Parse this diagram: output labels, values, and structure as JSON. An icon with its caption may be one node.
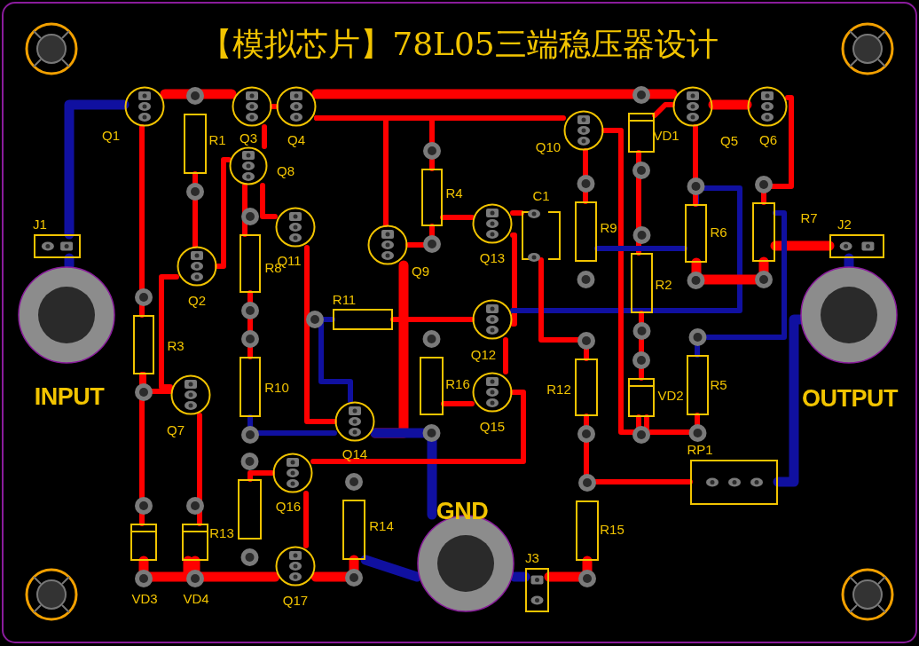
{
  "diagram": {
    "title": "【模拟芯片】78L05三端稳压器设计",
    "nodes": [
      {
        "text": [
          "J1"
        ]
      },
      {
        "text": [
          "Q1"
        ]
      },
      {
        "text": [
          "R1"
        ]
      },
      {
        "text": [
          "Q3"
        ]
      },
      {
        "text": [
          "Q4"
        ]
      },
      {
        "text": [
          "Q8"
        ]
      },
      {
        "text": [
          "Q2"
        ]
      },
      {
        "text": [
          "R8"
        ]
      },
      {
        "text": [
          "Q11"
        ]
      },
      {
        "text": [
          "R3"
        ]
      },
      {
        "text": [
          "Q9"
        ]
      },
      {
        "text": [
          "R4"
        ]
      },
      {
        "text": [
          "R11"
        ]
      },
      {
        "text": [
          "Q7"
        ]
      },
      {
        "text": [
          "R10"
        ]
      },
      {
        "text": [
          "Q14"
        ]
      },
      {
        "text": [
          "Q16"
        ]
      },
      {
        "text": [
          "R13"
        ]
      },
      {
        "text": [
          "Q17"
        ]
      },
      {
        "text": [
          "R14"
        ]
      },
      {
        "text": [
          "VD3"
        ]
      },
      {
        "text": [
          "VD4"
        ]
      },
      {
        "text": [
          "R16"
        ]
      },
      {
        "text": [
          "Q13"
        ]
      },
      {
        "text": [
          "C1"
        ]
      },
      {
        "text": [
          "Q12"
        ]
      },
      {
        "text": [
          "Q15"
        ]
      },
      {
        "text": [
          "Q10"
        ]
      },
      {
        "text": [
          "VD1"
        ]
      },
      {
        "text": [
          "Q5"
        ]
      },
      {
        "text": [
          "Q6"
        ]
      },
      {
        "text": [
          "R9"
        ]
      },
      {
        "text": [
          "R6"
        ]
      },
      {
        "text": [
          "R7"
        ]
      },
      {
        "text": [
          "R2"
        ]
      },
      {
        "text": [
          "J2"
        ]
      },
      {
        "text": [
          "R12"
        ]
      },
      {
        "text": [
          "VD2"
        ]
      },
      {
        "text": [
          "R5"
        ]
      },
      {
        "text": [
          "RP1"
        ]
      },
      {
        "text": [
          "R15"
        ]
      },
      {
        "text": [
          "J3"
        ]
      },
      {
        "text": [
          "INPUT"
        ]
      },
      {
        "text": [
          "OUTPUT"
        ]
      },
      {
        "text": [
          "GND"
        ]
      }
    ],
    "edges": [
      {
        "from": 0,
        "to": 42,
        "arrow": "none",
        "style": "thick",
        "color": "#1010a0"
      },
      {
        "from": 0,
        "to": 1,
        "arrow": "none",
        "style": "thick",
        "color": "#1010a0"
      },
      {
        "from": 1,
        "to": 3,
        "arrow": "none",
        "style": "thick"
      },
      {
        "from": 3,
        "to": 4,
        "arrow": "none"
      },
      {
        "from": 4,
        "to": 29,
        "arrow": "none",
        "style": "thick"
      },
      {
        "from": 29,
        "to": 30,
        "arrow": "none",
        "style": "thick"
      },
      {
        "from": 1,
        "to": 9,
        "arrow": "none"
      },
      {
        "from": 9,
        "to": 13,
        "arrow": "none"
      },
      {
        "from": 9,
        "to": 20,
        "arrow": "none"
      },
      {
        "from": 13,
        "to": 21,
        "arrow": "none"
      },
      {
        "from": 2,
        "to": 6,
        "arrow": "none"
      },
      {
        "from": 6,
        "to": 5,
        "arrow": "none"
      },
      {
        "from": 5,
        "to": 3,
        "arrow": "none"
      },
      {
        "from": 5,
        "to": 7,
        "arrow": "none"
      },
      {
        "from": 5,
        "to": 8,
        "arrow": "none"
      },
      {
        "from": 6,
        "to": 13,
        "arrow": "none"
      },
      {
        "from": 7,
        "to": 14,
        "arrow": "none"
      },
      {
        "from": 8,
        "to": 15,
        "arrow": "none"
      },
      {
        "from": 4,
        "to": 10,
        "arrow": "none"
      },
      {
        "from": 10,
        "to": 15,
        "arrow": "none",
        "style": "thick"
      },
      {
        "from": 15,
        "to": 44,
        "arrow": "none",
        "style": "thick",
        "color": "#1010a0"
      },
      {
        "from": 10,
        "to": 11,
        "arrow": "none"
      },
      {
        "from": 11,
        "to": 4,
        "arrow": "none"
      },
      {
        "from": 11,
        "to": 23,
        "arrow": "none"
      },
      {
        "from": 23,
        "to": 24,
        "arrow": "none"
      },
      {
        "from": 23,
        "to": 25,
        "arrow": "none"
      },
      {
        "from": 12,
        "to": 25,
        "arrow": "none"
      },
      {
        "from": 12,
        "to": 15,
        "arrow": "none",
        "color": "#1010a0"
      },
      {
        "from": 25,
        "to": 32,
        "arrow": "none",
        "color": "#1010a0"
      },
      {
        "from": 25,
        "to": 26,
        "arrow": "none"
      },
      {
        "from": 26,
        "to": 22,
        "arrow": "none"
      },
      {
        "from": 26,
        "to": 16,
        "arrow": "none"
      },
      {
        "from": 16,
        "to": 18,
        "arrow": "none"
      },
      {
        "from": 16,
        "to": 17,
        "arrow": "none"
      },
      {
        "from": 18,
        "to": 21,
        "arrow": "none",
        "style": "thick"
      },
      {
        "from": 20,
        "to": 21,
        "arrow": "none",
        "style": "thick"
      },
      {
        "from": 18,
        "to": 19,
        "arrow": "none",
        "style": "thick"
      },
      {
        "from": 19,
        "to": 44,
        "arrow": "none",
        "style": "thick",
        "color": "#1010a0"
      },
      {
        "from": 14,
        "to": 15,
        "arrow": "none",
        "color": "#1010a0"
      },
      {
        "from": 27,
        "to": 31,
        "arrow": "none"
      },
      {
        "from": 27,
        "to": 4,
        "arrow": "none"
      },
      {
        "from": 27,
        "to": 37,
        "arrow": "none"
      },
      {
        "from": 37,
        "to": 38,
        "arrow": "none"
      },
      {
        "from": 28,
        "to": 29,
        "arrow": "none"
      },
      {
        "from": 28,
        "to": 34,
        "arrow": "none"
      },
      {
        "from": 29,
        "to": 32,
        "arrow": "none"
      },
      {
        "from": 32,
        "to": 33,
        "arrow": "none",
        "style": "thick"
      },
      {
        "from": 31,
        "to": 32,
        "arrow": "none",
        "color": "#1010a0"
      },
      {
        "from": 30,
        "to": 33,
        "arrow": "none"
      },
      {
        "from": 33,
        "to": 35,
        "arrow": "none",
        "style": "thick"
      },
      {
        "from": 33,
        "to": 38,
        "arrow": "none",
        "color": "#1010a0"
      },
      {
        "from": 35,
        "to": 43,
        "arrow": "none",
        "style": "thick",
        "color": "#1010a0"
      },
      {
        "from": 34,
        "to": 37,
        "arrow": "none"
      },
      {
        "from": 24,
        "to": 36,
        "arrow": "none"
      },
      {
        "from": 36,
        "to": 39,
        "arrow": "none"
      },
      {
        "from": 39,
        "to": 43,
        "arrow": "none",
        "style": "thick",
        "color": "#1010a0"
      },
      {
        "from": 41,
        "to": 44,
        "arrow": "none",
        "style": "thick",
        "color": "#1010a0"
      },
      {
        "from": 41,
        "to": 40,
        "arrow": "none",
        "style": "thick"
      }
    ]
  }
}
